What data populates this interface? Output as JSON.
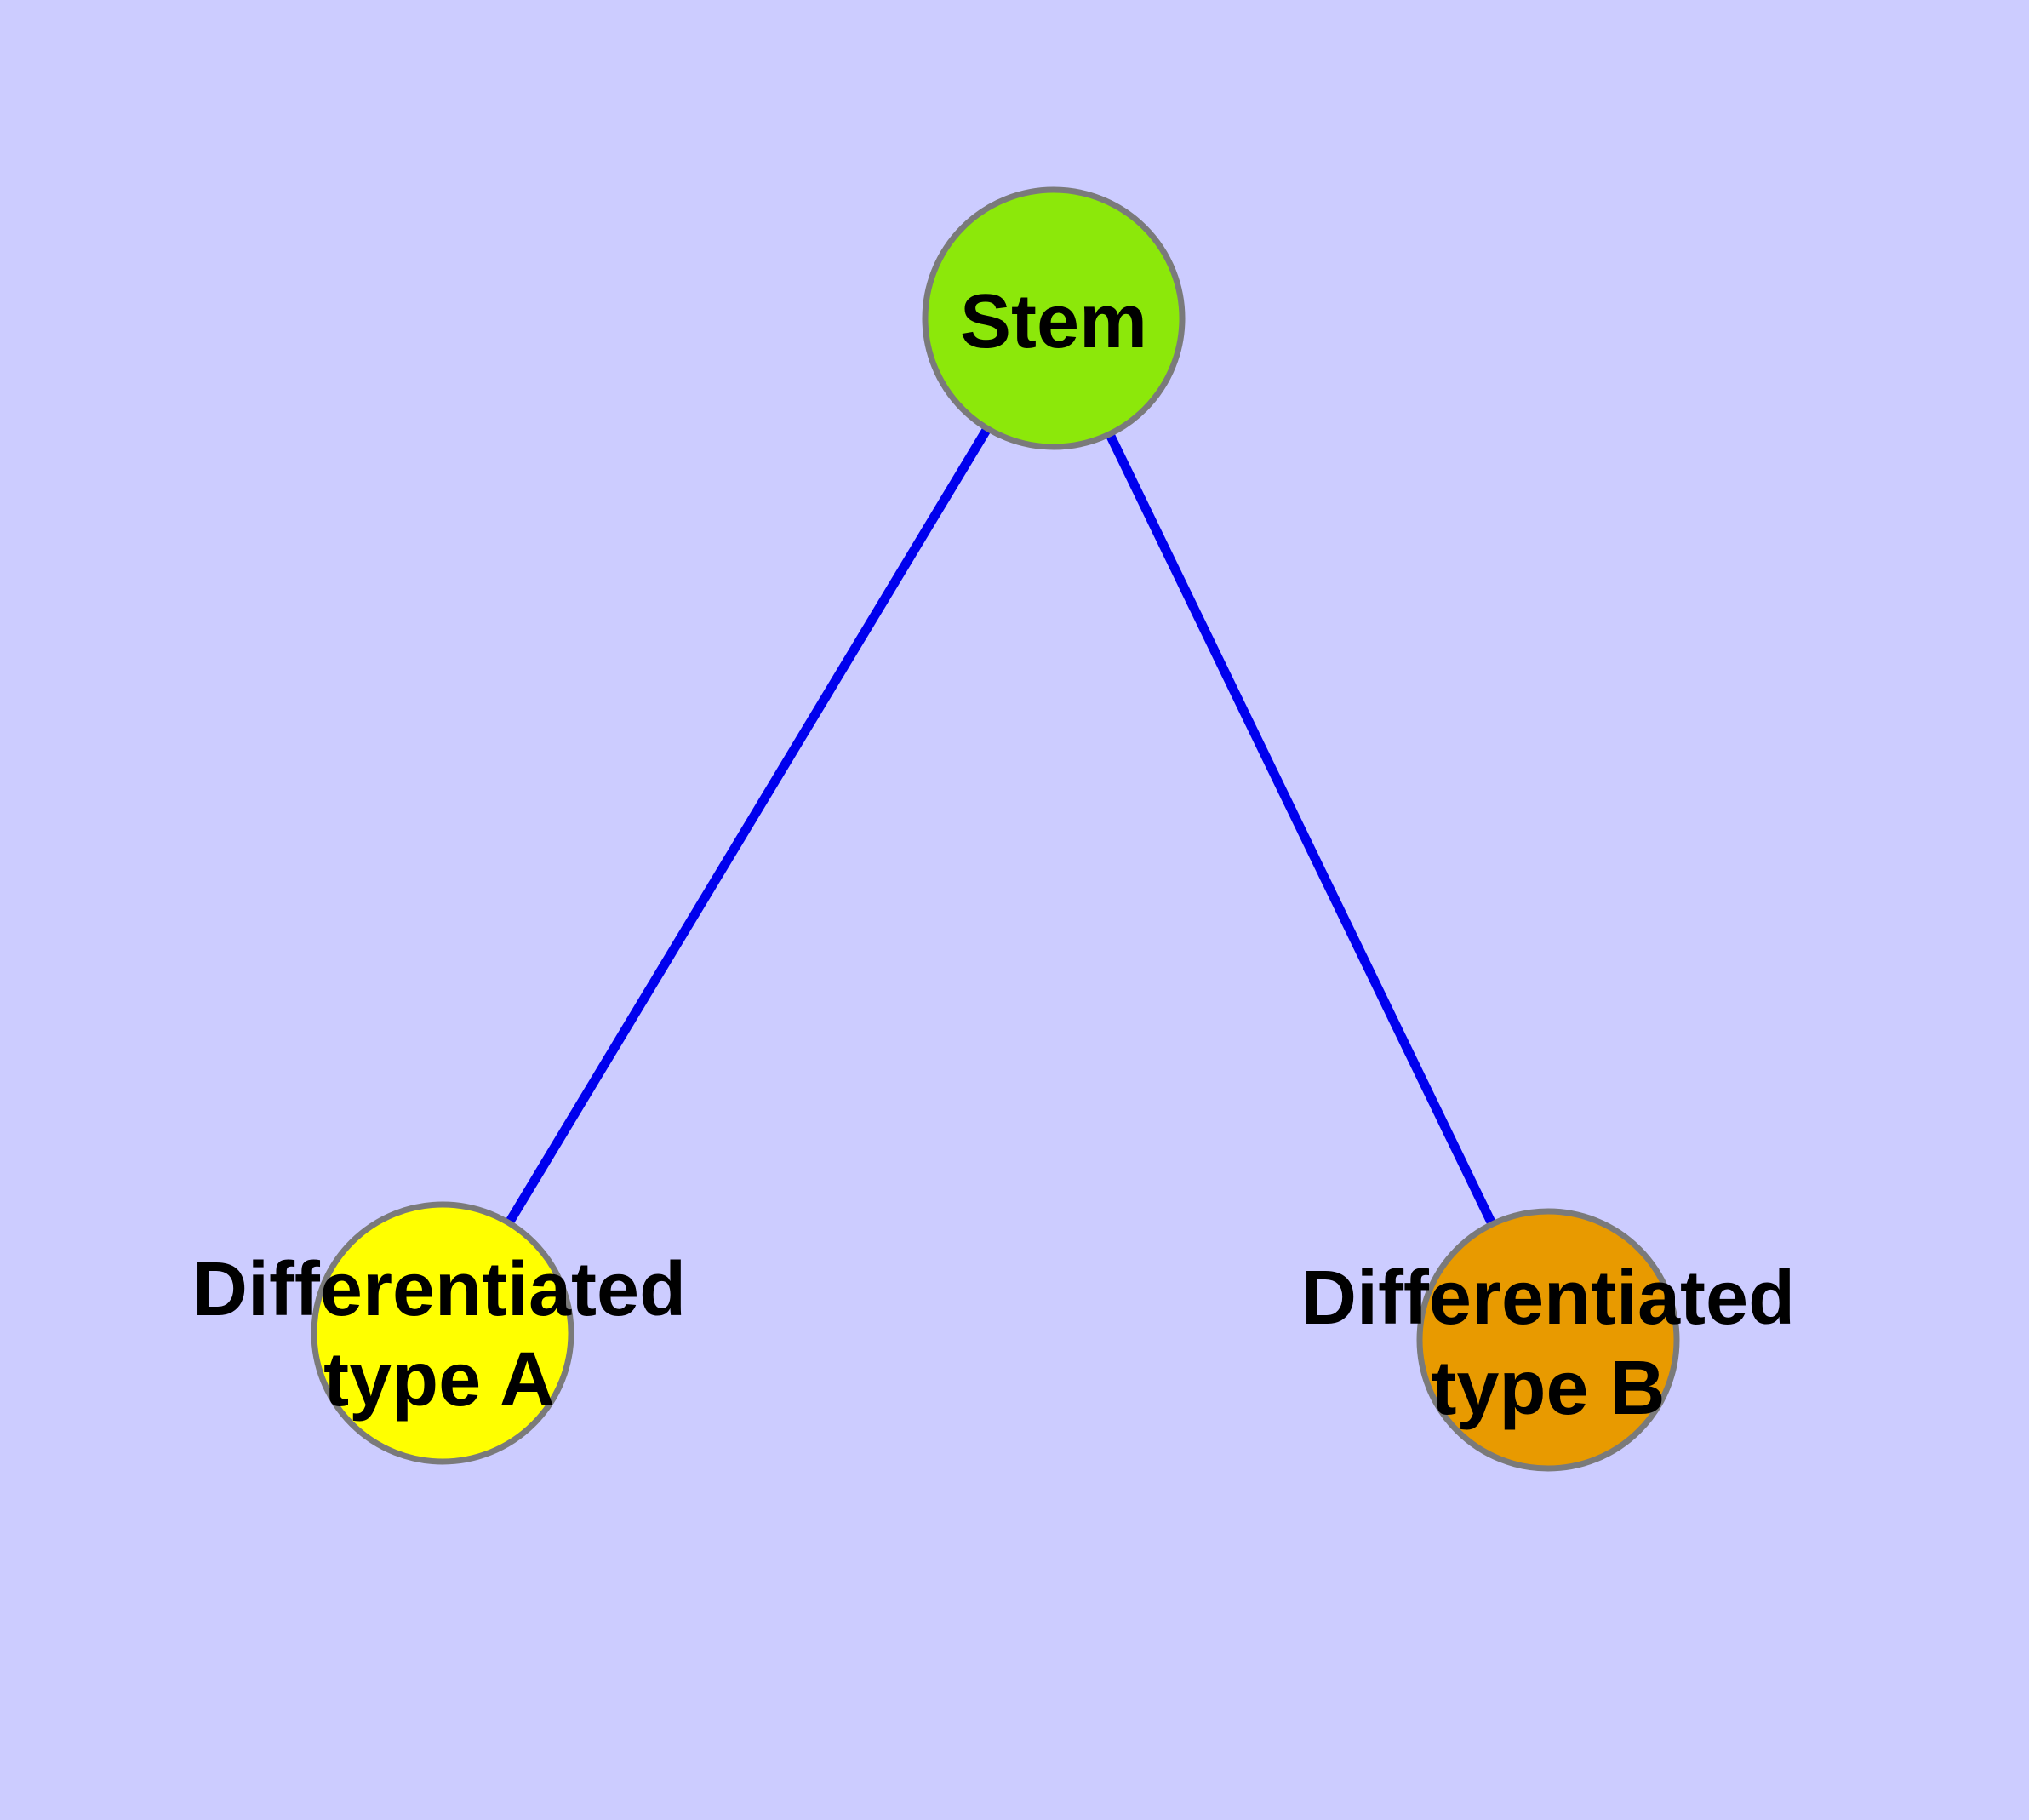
{
  "figure": {
    "type": "graph-diagram",
    "background_color": "#CCCCFF",
    "edge_color": "#0000EE",
    "node_border_color": "#7A7A7A",
    "text_color": "#000000"
  },
  "nodes": [
    {
      "id": "stem",
      "label": "Stem",
      "fill": "#8CE80A"
    },
    {
      "id": "differentiated-type-a",
      "label": "Differentiated\ntype A",
      "fill": "#FFFF00"
    },
    {
      "id": "differentiated-type-b",
      "label": "Differentiated\ntype B",
      "fill": "#E89A00"
    }
  ],
  "edges": [
    {
      "from": "Stem",
      "to": "Differentiated type A"
    },
    {
      "from": "Stem",
      "to": "Differentiated type B"
    }
  ]
}
